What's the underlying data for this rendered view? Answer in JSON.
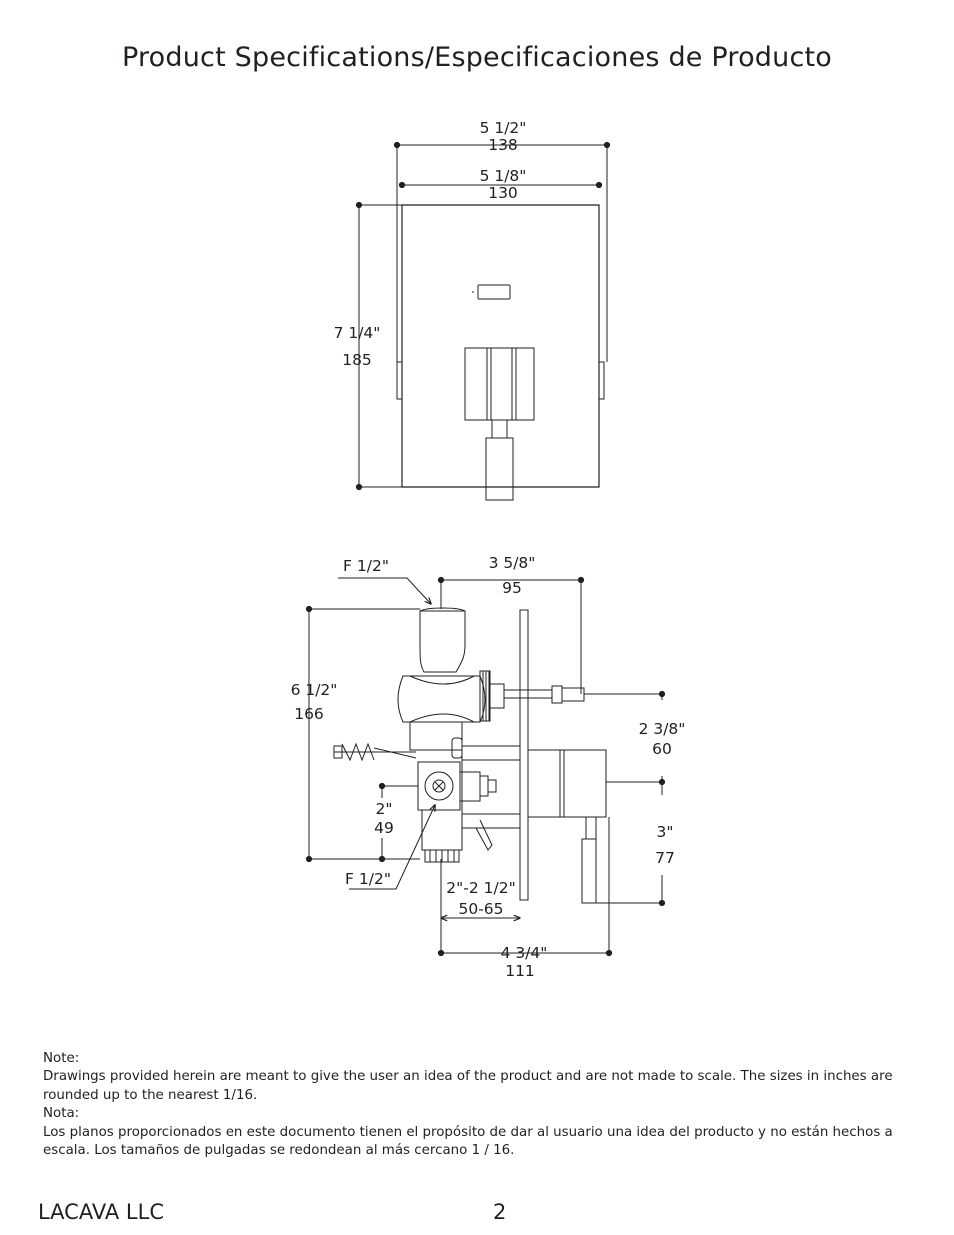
{
  "page": {
    "title": "Product Specifications/Especificaciones de Producto"
  },
  "front_view": {
    "overall_width_in": "5 1/2\"",
    "overall_width_mm": "138",
    "plate_width_in": "5 1/8\"",
    "plate_width_mm": "130",
    "height_in": "7 1/4\"",
    "height_mm": "185"
  },
  "side_view": {
    "inlet_top": "F 1/2\"",
    "inlet_bottom": "F 1/2\"",
    "depth_top_in": "3 5/8\"",
    "depth_top_mm": "95",
    "body_height_in": "6 1/2\"",
    "body_height_mm": "166",
    "spout_offset_in": "2 3/8\"",
    "spout_offset_mm": "60",
    "lower_offset_in": "3\"",
    "lower_offset_mm": "77",
    "bottom_offset_in": "2\"",
    "bottom_offset_mm": "49",
    "wall_range_in": "2\"-2 1/2\"",
    "wall_range_mm": "50-65",
    "total_depth_in": "4 3/4\"",
    "total_depth_mm": "111"
  },
  "note": {
    "en_heading": "Note:",
    "en_text": "Drawings provided herein are meant to give the user an idea of the product and are not made to scale. The sizes in inches are rounded up to the nearest 1/16.",
    "es_heading": "Nota:",
    "es_text": "Los planos proporcionados en este documento tienen el propósito de dar al usuario una idea del producto y no están hechos a escala. Los tamaños de pulgadas se redondean al más cercano 1 / 16."
  },
  "footer": {
    "company": "LACAVA LLC",
    "page_number": "2"
  }
}
